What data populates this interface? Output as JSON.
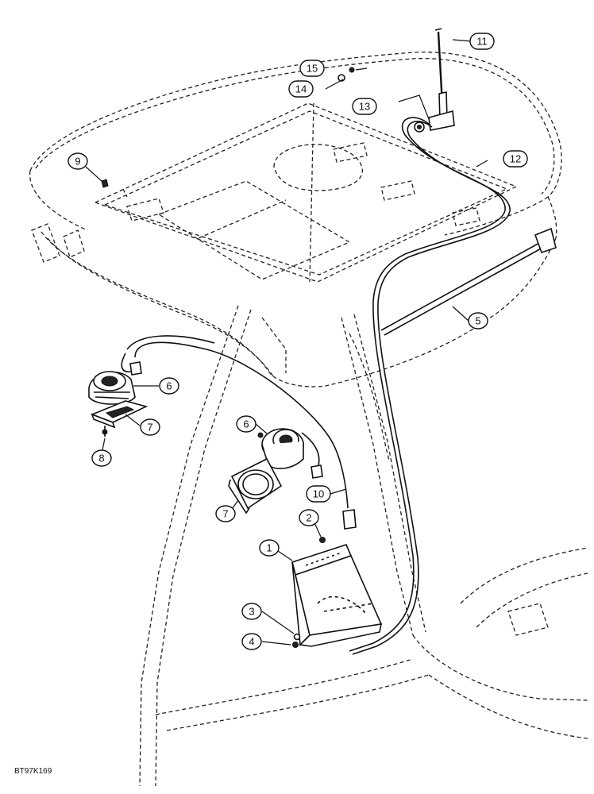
{
  "callouts": [
    {
      "id": "c1",
      "label": "1"
    },
    {
      "id": "c2",
      "label": "2"
    },
    {
      "id": "c3",
      "label": "3"
    },
    {
      "id": "c4",
      "label": "4"
    },
    {
      "id": "c5",
      "label": "5"
    },
    {
      "id": "c6a",
      "label": "6"
    },
    {
      "id": "c6b",
      "label": "6"
    },
    {
      "id": "c7a",
      "label": "7"
    },
    {
      "id": "c7b",
      "label": "7"
    },
    {
      "id": "c8",
      "label": "8"
    },
    {
      "id": "c9",
      "label": "9"
    },
    {
      "id": "c10",
      "label": "10"
    },
    {
      "id": "c11",
      "label": "11"
    },
    {
      "id": "c12",
      "label": "12"
    },
    {
      "id": "c13",
      "label": "13"
    },
    {
      "id": "c14",
      "label": "14"
    },
    {
      "id": "c15",
      "label": "15"
    }
  ],
  "reference_code": "BT97K169"
}
